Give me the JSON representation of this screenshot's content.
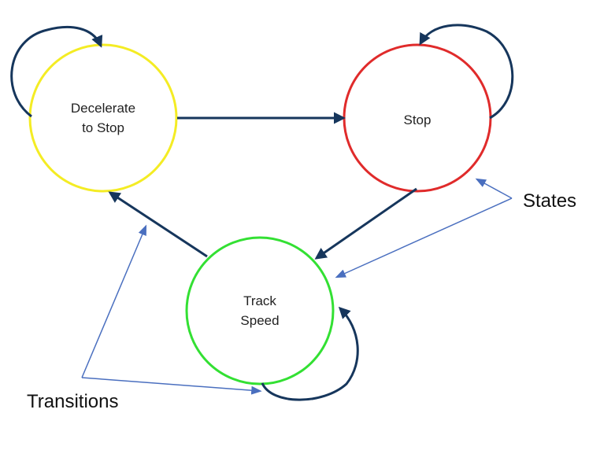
{
  "colors": {
    "transition_arrow": "#16365c",
    "annotation_arrow": "#4a6fbf",
    "decelerate_outline": "#f4ec24",
    "stop_outline": "#e02b2b",
    "track_outline": "#33e033",
    "background": "#ffffff"
  },
  "states": {
    "decelerate": {
      "line1": "Decelerate",
      "line2": "to Stop"
    },
    "stop": {
      "line1": "Stop"
    },
    "track": {
      "line1": "Track",
      "line2": "Speed"
    }
  },
  "annotations": {
    "states_label": "States",
    "transitions_label": "Transitions"
  }
}
